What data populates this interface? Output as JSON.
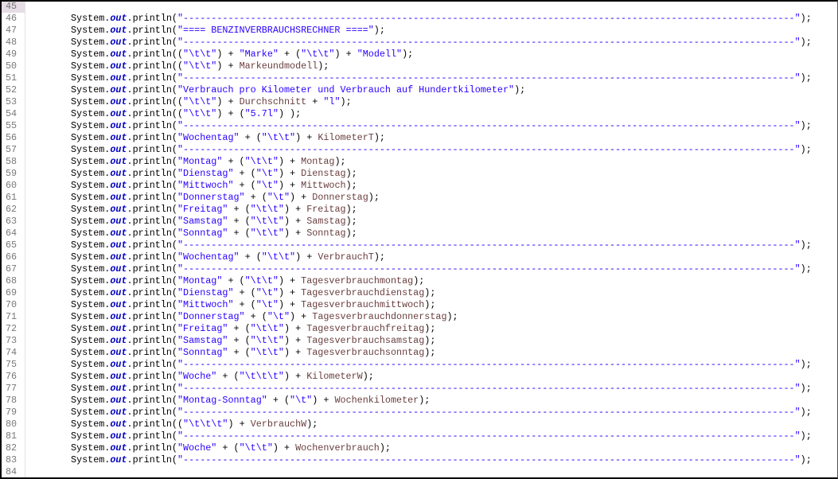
{
  "prefix": {
    "obj": "System.",
    "field": "out",
    "method": ".println("
  },
  "lines": [
    {
      "n": "45",
      "current": true,
      "code": []
    },
    {
      "n": "46",
      "code": [
        [
          "s",
          "\"-------------------------------------------------------------------------------------------------------------\""
        ],
        [
          "p",
          ");"
        ]
      ]
    },
    {
      "n": "47",
      "code": [
        [
          "s",
          "\"==== BENZINVERBRAUCHSRECHNER ====\""
        ],
        [
          "p",
          ");"
        ]
      ]
    },
    {
      "n": "48",
      "code": [
        [
          "s",
          "\"-------------------------------------------------------------------------------------------------------------\""
        ],
        [
          "p",
          ");"
        ]
      ]
    },
    {
      "n": "49",
      "code": [
        [
          "p",
          "("
        ],
        [
          "s",
          "\"\\t\\t\""
        ],
        [
          "p",
          ") + "
        ],
        [
          "s",
          "\"Marke\""
        ],
        [
          "p",
          " + ("
        ],
        [
          "s",
          "\"\\t\\t\""
        ],
        [
          "p",
          ") + "
        ],
        [
          "s",
          "\"Modell\""
        ],
        [
          "p",
          ");"
        ]
      ]
    },
    {
      "n": "50",
      "code": [
        [
          "p",
          "("
        ],
        [
          "s",
          "\"\\t\\t\""
        ],
        [
          "p",
          ") + "
        ],
        [
          "v",
          "Markeundmodell"
        ],
        [
          "p",
          ");"
        ]
      ]
    },
    {
      "n": "51",
      "code": [
        [
          "s",
          "\"-------------------------------------------------------------------------------------------------------------\""
        ],
        [
          "p",
          ");"
        ]
      ]
    },
    {
      "n": "52",
      "code": [
        [
          "s",
          "\"Verbrauch pro Kilometer und Verbrauch auf Hundertkilometer\""
        ],
        [
          "p",
          ");"
        ]
      ]
    },
    {
      "n": "53",
      "code": [
        [
          "p",
          "("
        ],
        [
          "s",
          "\"\\t\\t\""
        ],
        [
          "p",
          ") + "
        ],
        [
          "v",
          "Durchschnitt"
        ],
        [
          "p",
          " + "
        ],
        [
          "s",
          "\"l\""
        ],
        [
          "p",
          ");"
        ]
      ]
    },
    {
      "n": "54",
      "code": [
        [
          "p",
          "("
        ],
        [
          "s",
          "\"\\t\\t\""
        ],
        [
          "p",
          ") + ("
        ],
        [
          "s",
          "\"5.7l\""
        ],
        [
          "p",
          ") );"
        ]
      ]
    },
    {
      "n": "55",
      "code": [
        [
          "s",
          "\"-------------------------------------------------------------------------------------------------------------\""
        ],
        [
          "p",
          ");"
        ]
      ]
    },
    {
      "n": "56",
      "code": [
        [
          "s",
          "\"Wochentag\""
        ],
        [
          "p",
          " + ("
        ],
        [
          "s",
          "\"\\t\\t\""
        ],
        [
          "p",
          ") + "
        ],
        [
          "v",
          "KilometerT"
        ],
        [
          "p",
          ");"
        ]
      ]
    },
    {
      "n": "57",
      "code": [
        [
          "s",
          "\"-------------------------------------------------------------------------------------------------------------\""
        ],
        [
          "p",
          ");"
        ]
      ]
    },
    {
      "n": "58",
      "code": [
        [
          "s",
          "\"Montag\""
        ],
        [
          "p",
          " + ("
        ],
        [
          "s",
          "\"\\t\\t\""
        ],
        [
          "p",
          ") + "
        ],
        [
          "v",
          "Montag"
        ],
        [
          "p",
          ");"
        ]
      ]
    },
    {
      "n": "59",
      "code": [
        [
          "s",
          "\"Dienstag\""
        ],
        [
          "p",
          " + ("
        ],
        [
          "s",
          "\"\\t\""
        ],
        [
          "p",
          ") + "
        ],
        [
          "v",
          "Dienstag"
        ],
        [
          "p",
          ");"
        ]
      ]
    },
    {
      "n": "60",
      "code": [
        [
          "s",
          "\"Mittwoch\""
        ],
        [
          "p",
          " + ("
        ],
        [
          "s",
          "\"\\t\""
        ],
        [
          "p",
          ") + "
        ],
        [
          "v",
          "Mittwoch"
        ],
        [
          "p",
          ");"
        ]
      ]
    },
    {
      "n": "61",
      "code": [
        [
          "s",
          "\"Donnerstag\""
        ],
        [
          "p",
          " + ("
        ],
        [
          "s",
          "\"\\t\""
        ],
        [
          "p",
          ") + "
        ],
        [
          "v",
          "Donnerstag"
        ],
        [
          "p",
          ");"
        ]
      ]
    },
    {
      "n": "62",
      "code": [
        [
          "s",
          "\"Freitag\""
        ],
        [
          "p",
          " + ("
        ],
        [
          "s",
          "\"\\t\\t\""
        ],
        [
          "p",
          ") + "
        ],
        [
          "v",
          "Freitag"
        ],
        [
          "p",
          ");"
        ]
      ]
    },
    {
      "n": "63",
      "code": [
        [
          "s",
          "\"Samstag\""
        ],
        [
          "p",
          " + ("
        ],
        [
          "s",
          "\"\\t\\t\""
        ],
        [
          "p",
          ") + "
        ],
        [
          "v",
          "Samstag"
        ],
        [
          "p",
          ");"
        ]
      ]
    },
    {
      "n": "64",
      "code": [
        [
          "s",
          "\"Sonntag\""
        ],
        [
          "p",
          " + ("
        ],
        [
          "s",
          "\"\\t\\t\""
        ],
        [
          "p",
          ") + "
        ],
        [
          "v",
          "Sonntag"
        ],
        [
          "p",
          ");"
        ]
      ]
    },
    {
      "n": "65",
      "code": [
        [
          "s",
          "\"-------------------------------------------------------------------------------------------------------------\""
        ],
        [
          "p",
          ");"
        ]
      ]
    },
    {
      "n": "66",
      "code": [
        [
          "s",
          "\"Wochentag\""
        ],
        [
          "p",
          " + ("
        ],
        [
          "s",
          "\"\\t\\t\""
        ],
        [
          "p",
          ") + "
        ],
        [
          "v",
          "VerbrauchT"
        ],
        [
          "p",
          ");"
        ]
      ]
    },
    {
      "n": "67",
      "code": [
        [
          "s",
          "\"-------------------------------------------------------------------------------------------------------------\""
        ],
        [
          "p",
          ");"
        ]
      ]
    },
    {
      "n": "68",
      "code": [
        [
          "s",
          "\"Montag\""
        ],
        [
          "p",
          " + ("
        ],
        [
          "s",
          "\"\\t\\t\""
        ],
        [
          "p",
          ") + "
        ],
        [
          "v",
          "Tagesverbrauchmontag"
        ],
        [
          "p",
          ");"
        ]
      ]
    },
    {
      "n": "69",
      "code": [
        [
          "s",
          "\"Dienstag\""
        ],
        [
          "p",
          " + ("
        ],
        [
          "s",
          "\"\\t\""
        ],
        [
          "p",
          ") + "
        ],
        [
          "v",
          "Tagesverbrauchdienstag"
        ],
        [
          "p",
          ");"
        ]
      ]
    },
    {
      "n": "70",
      "code": [
        [
          "s",
          "\"Mittwoch\""
        ],
        [
          "p",
          " + ("
        ],
        [
          "s",
          "\"\\t\""
        ],
        [
          "p",
          ") + "
        ],
        [
          "v",
          "Tagesverbrauchmittwoch"
        ],
        [
          "p",
          ");"
        ]
      ]
    },
    {
      "n": "71",
      "code": [
        [
          "s",
          "\"Donnerstag\""
        ],
        [
          "p",
          " + ("
        ],
        [
          "s",
          "\"\\t\""
        ],
        [
          "p",
          ") + "
        ],
        [
          "v",
          "Tagesverbrauchdonnerstag"
        ],
        [
          "p",
          ");"
        ]
      ]
    },
    {
      "n": "72",
      "code": [
        [
          "s",
          "\"Freitag\""
        ],
        [
          "p",
          " + ("
        ],
        [
          "s",
          "\"\\t\\t\""
        ],
        [
          "p",
          ") + "
        ],
        [
          "v",
          "Tagesverbrauchfreitag"
        ],
        [
          "p",
          ");"
        ]
      ]
    },
    {
      "n": "73",
      "code": [
        [
          "s",
          "\"Samstag\""
        ],
        [
          "p",
          " + ("
        ],
        [
          "s",
          "\"\\t\\t\""
        ],
        [
          "p",
          ") + "
        ],
        [
          "v",
          "Tagesverbrauchsamstag"
        ],
        [
          "p",
          ");"
        ]
      ]
    },
    {
      "n": "74",
      "code": [
        [
          "s",
          "\"Sonntag\""
        ],
        [
          "p",
          " + ("
        ],
        [
          "s",
          "\"\\t\\t\""
        ],
        [
          "p",
          ") + "
        ],
        [
          "v",
          "Tagesverbrauchsonntag"
        ],
        [
          "p",
          ");"
        ]
      ]
    },
    {
      "n": "75",
      "code": [
        [
          "s",
          "\"-------------------------------------------------------------------------------------------------------------\""
        ],
        [
          "p",
          ");"
        ]
      ]
    },
    {
      "n": "76",
      "code": [
        [
          "s",
          "\"Woche\""
        ],
        [
          "p",
          " + ("
        ],
        [
          "s",
          "\"\\t\\t\\t\""
        ],
        [
          "p",
          ") + "
        ],
        [
          "v",
          "KilometerW"
        ],
        [
          "p",
          ");"
        ]
      ]
    },
    {
      "n": "77",
      "code": [
        [
          "s",
          "\"-------------------------------------------------------------------------------------------------------------\""
        ],
        [
          "p",
          ");"
        ]
      ]
    },
    {
      "n": "78",
      "code": [
        [
          "s",
          "\"Montag-Sonntag\""
        ],
        [
          "p",
          " + ("
        ],
        [
          "s",
          "\"\\t\""
        ],
        [
          "p",
          ") + "
        ],
        [
          "v",
          "Wochenkilometer"
        ],
        [
          "p",
          ");"
        ]
      ]
    },
    {
      "n": "79",
      "code": [
        [
          "s",
          "\"-------------------------------------------------------------------------------------------------------------\""
        ],
        [
          "p",
          ");"
        ]
      ]
    },
    {
      "n": "80",
      "code": [
        [
          "p",
          "("
        ],
        [
          "s",
          "\"\\t\\t\\t\""
        ],
        [
          "p",
          ") + "
        ],
        [
          "v",
          "VerbrauchW"
        ],
        [
          "p",
          ");"
        ]
      ]
    },
    {
      "n": "81",
      "code": [
        [
          "s",
          "\"-------------------------------------------------------------------------------------------------------------\""
        ],
        [
          "p",
          ");"
        ]
      ]
    },
    {
      "n": "82",
      "code": [
        [
          "s",
          "\"Woche\""
        ],
        [
          "p",
          " + ("
        ],
        [
          "s",
          "\"\\t\\t\""
        ],
        [
          "p",
          ") + "
        ],
        [
          "v",
          "Wochenverbrauch"
        ],
        [
          "p",
          ");"
        ]
      ]
    },
    {
      "n": "83",
      "code": [
        [
          "s",
          "\"-------------------------------------------------------------------------------------------------------------\""
        ],
        [
          "p",
          ");"
        ]
      ]
    },
    {
      "n": "84",
      "code": []
    }
  ]
}
